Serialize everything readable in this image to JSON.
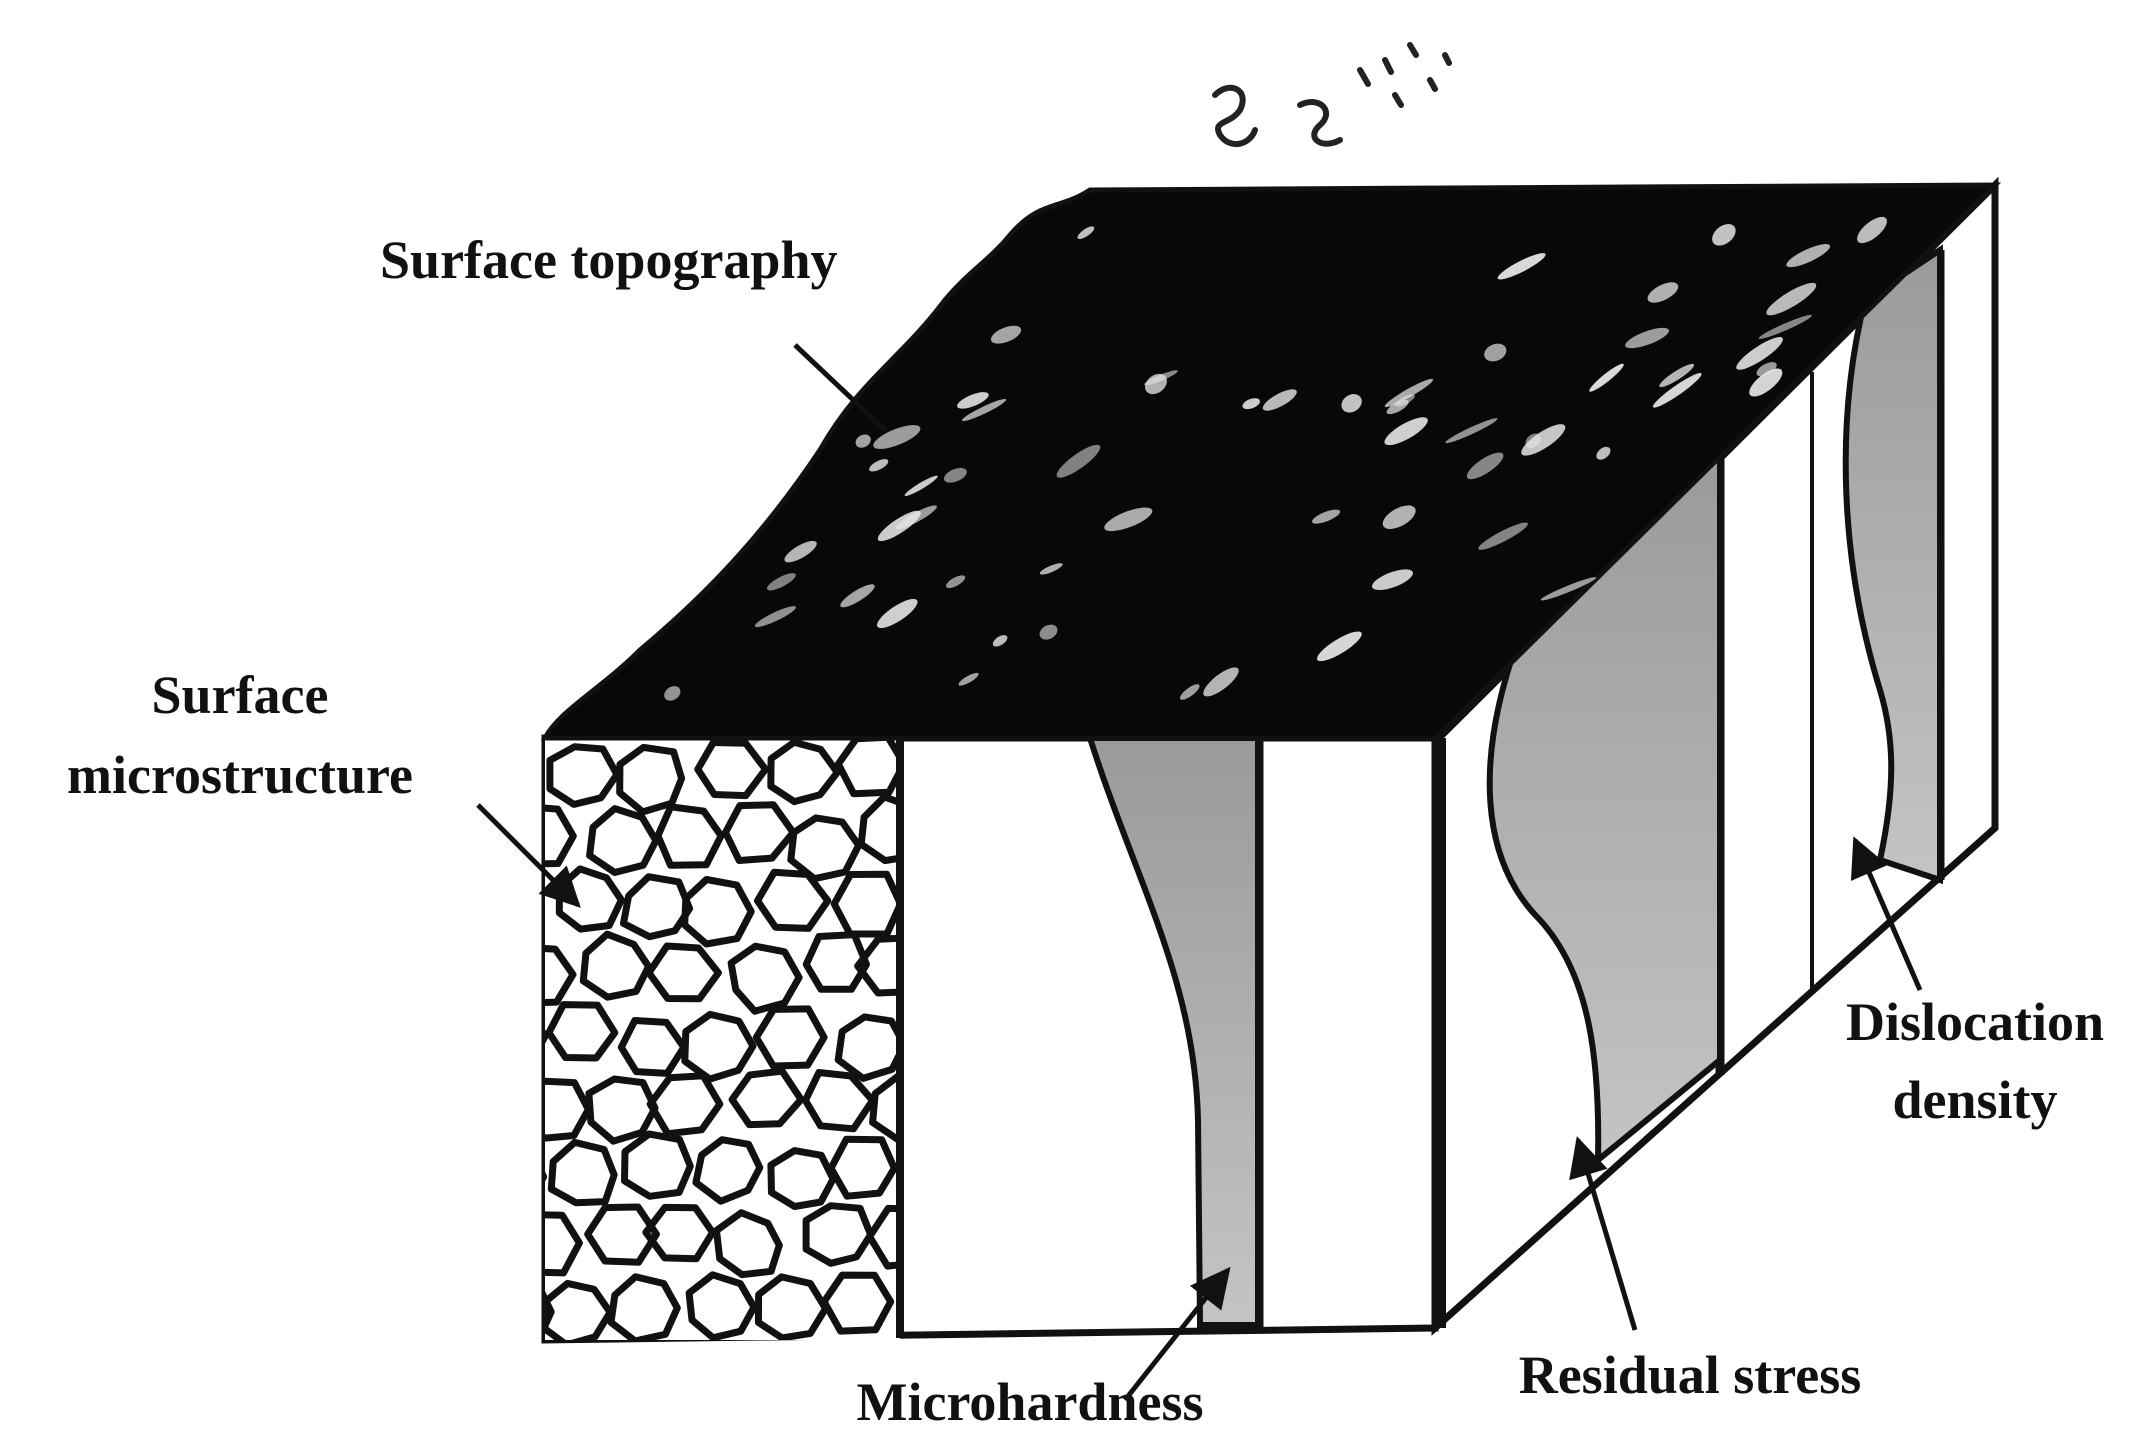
{
  "labels": {
    "surface_topography": "Surface topography",
    "surface_microstructure_line1": "Surface",
    "surface_microstructure_line2": "microstructure",
    "microhardness": "Microhardness",
    "residual_stress": "Residual stress",
    "dislocation_density_line1": "Dislocation",
    "dislocation_density_line2": "density"
  },
  "colors": {
    "ink": "#111111",
    "paper": "#ffffff",
    "profile_fill": "#a8a8a8"
  }
}
